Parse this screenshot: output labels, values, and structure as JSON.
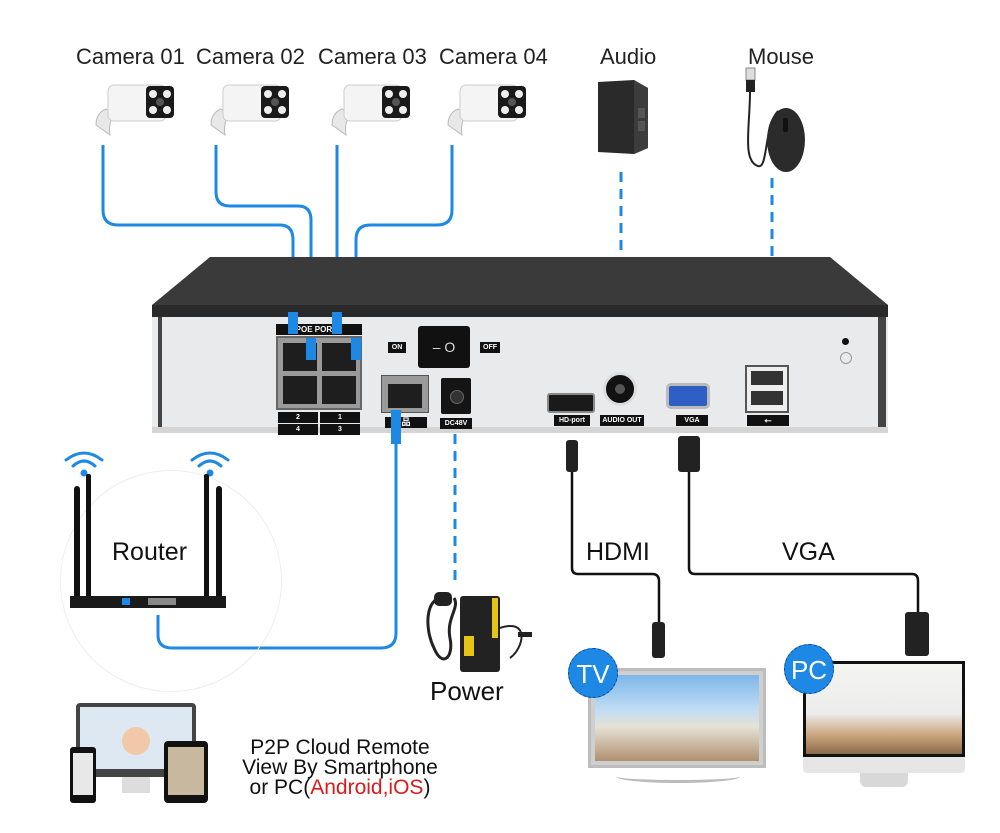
{
  "diagram": {
    "type": "nvr-connection-diagram",
    "cable_color": "#1e88e5",
    "cameras": [
      {
        "label": "Camera 01"
      },
      {
        "label": "Camera 02"
      },
      {
        "label": "Camera 03"
      },
      {
        "label": "Camera 04"
      }
    ],
    "peripherals": {
      "audio": {
        "label": "Audio"
      },
      "mouse": {
        "label": "Mouse"
      }
    },
    "nvr": {
      "poe_label": "POE PORTS",
      "port_numbers_top": [
        "2",
        "1"
      ],
      "port_numbers_bottom": [
        "4",
        "3"
      ],
      "switch_on": "ON",
      "switch_off": "OFF",
      "switch_glyph": "– O",
      "lan_label": "品",
      "dc_label": "DC48V",
      "hdmi_label": "HD-port",
      "audio_out_label": "AUDIO OUT",
      "vga_label": "VGA",
      "usb_label": "⭠"
    },
    "router": {
      "label": "Router"
    },
    "power": {
      "label": "Power"
    },
    "cables": {
      "hdmi": "HDMI",
      "vga": "VGA"
    },
    "displays": {
      "tv_badge": "TV",
      "pc_badge": "PC"
    },
    "p2p": {
      "line1": "P2P Cloud Remote",
      "line2": "View By Smartphone",
      "line3_prefix": "or PC(",
      "line3_highlight": "Android,iOS",
      "line3_suffix": ")",
      "highlight_color": "#d81b1b"
    }
  }
}
